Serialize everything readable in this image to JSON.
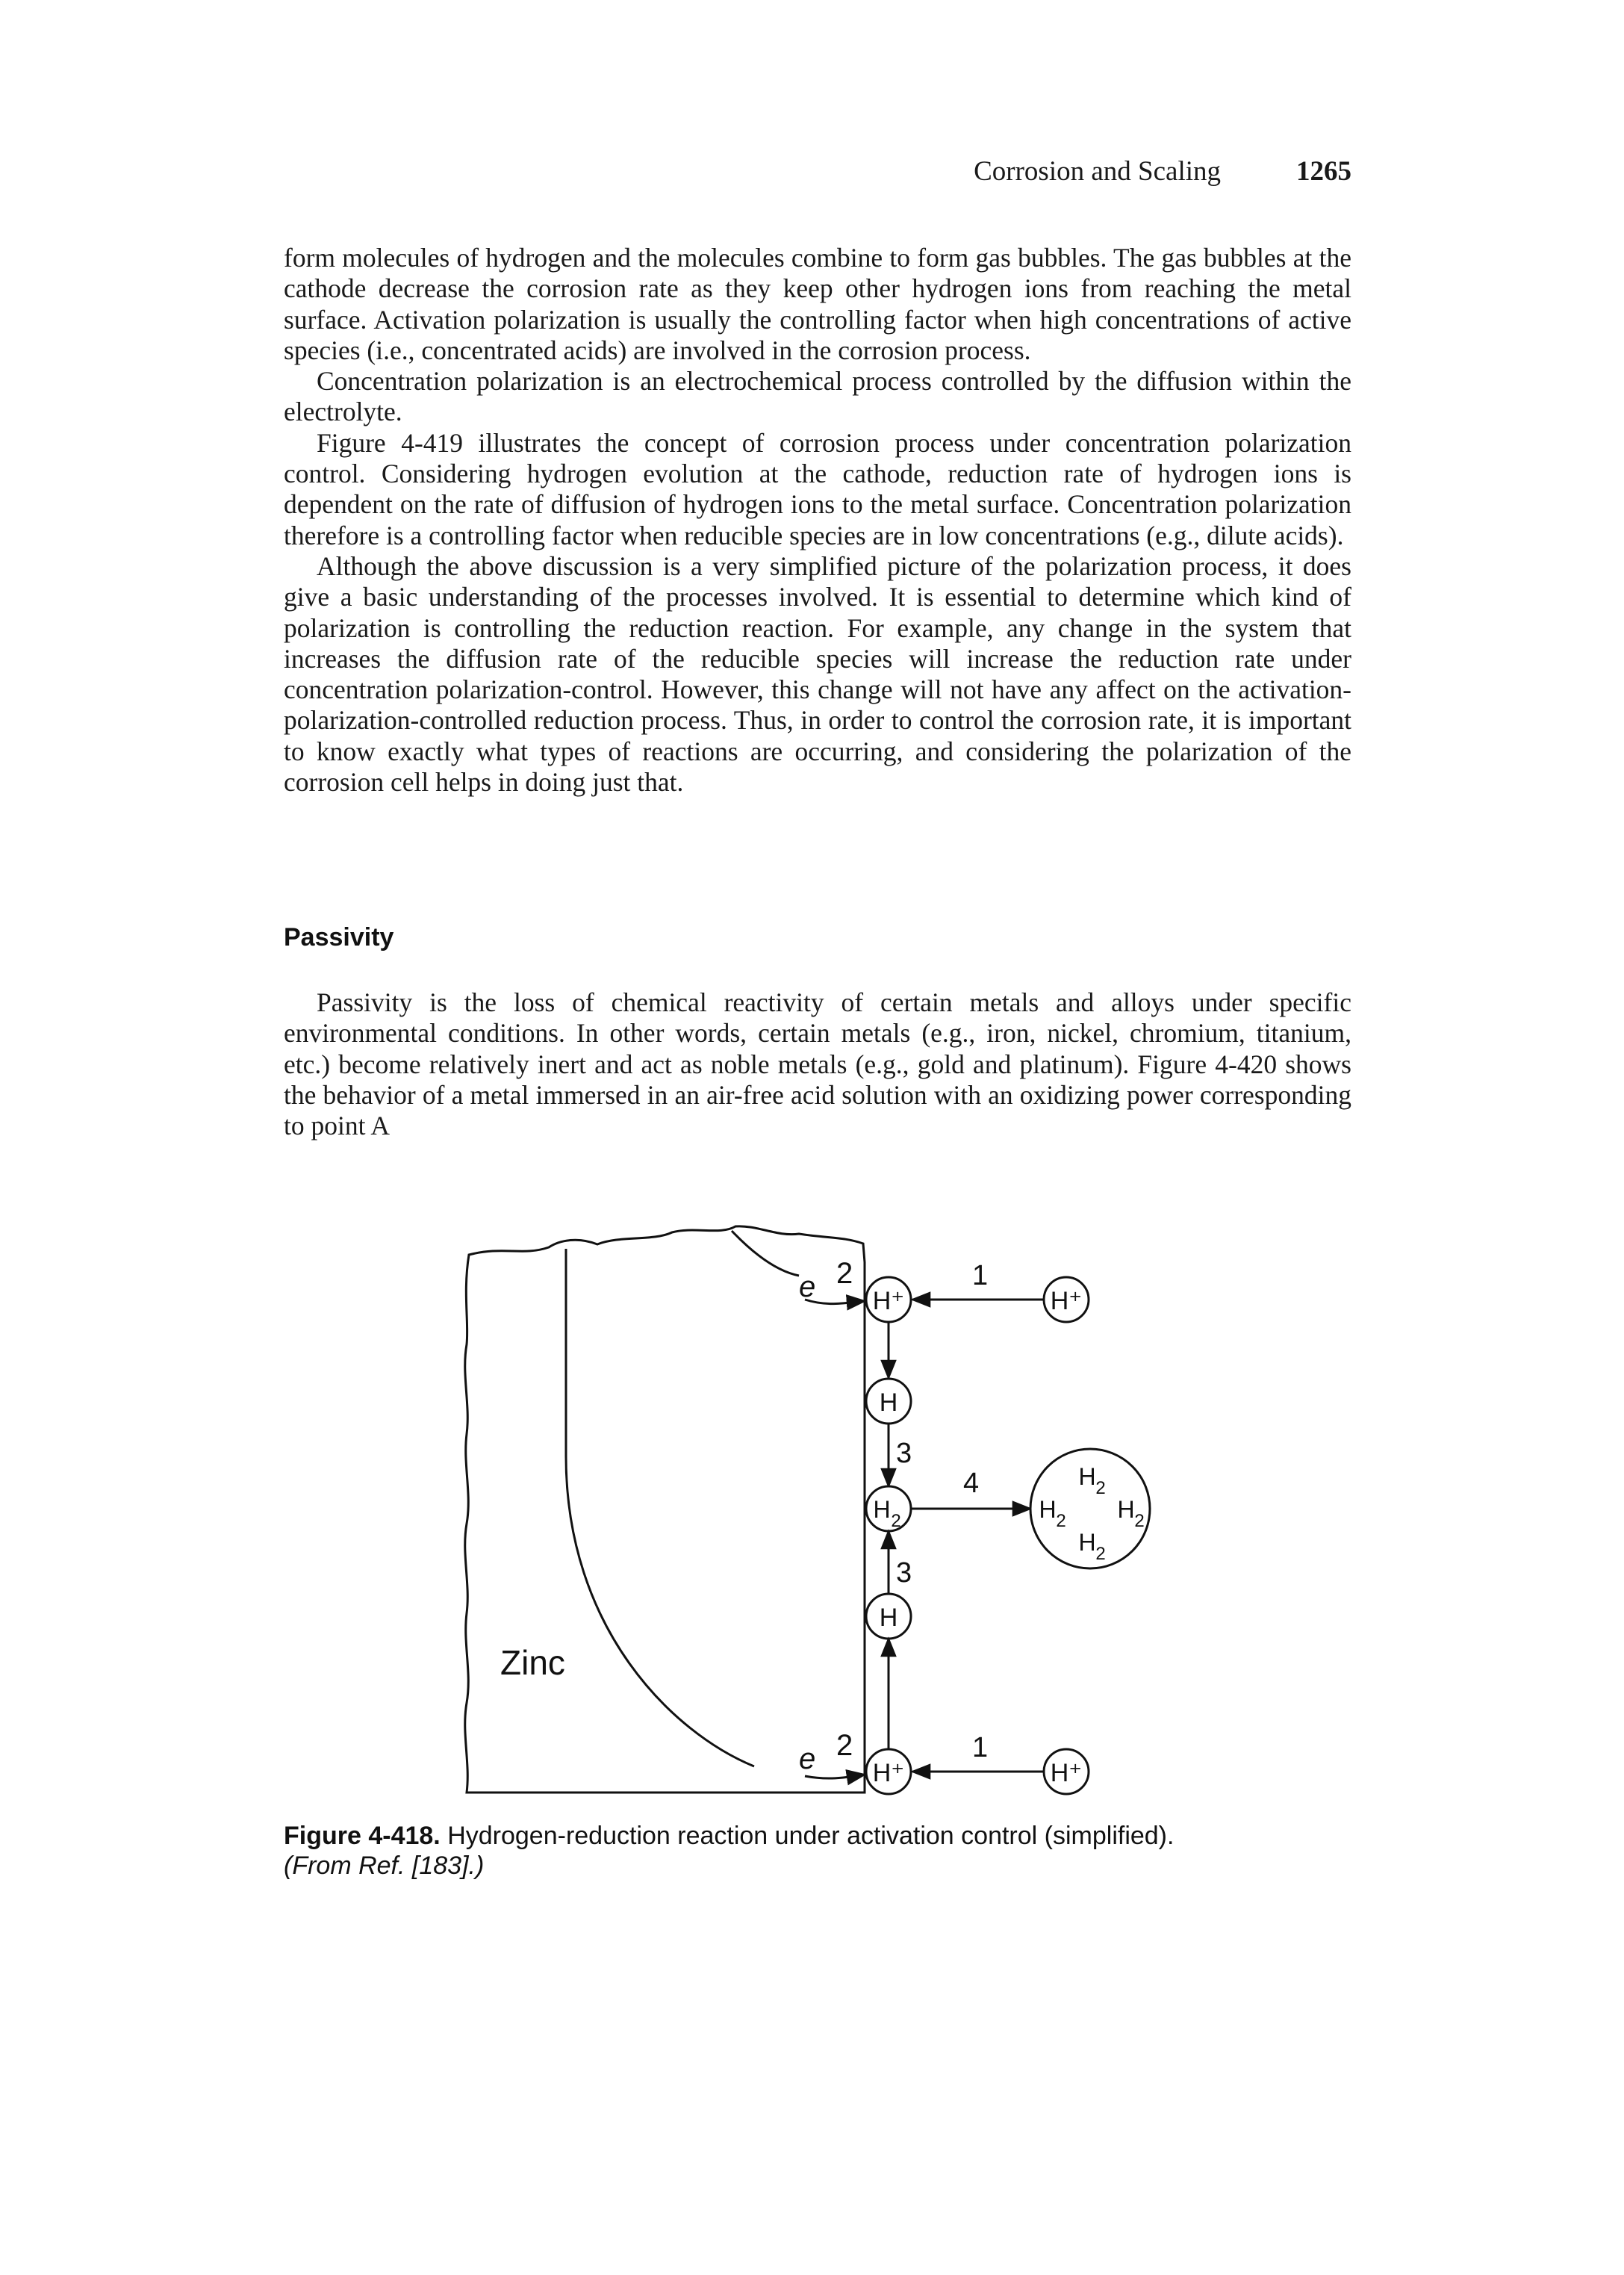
{
  "header": {
    "section": "Corrosion and Scaling",
    "page_number": "1265"
  },
  "paragraphs_top": [
    "form molecules of hydrogen and the molecules combine to form gas bubbles. The gas bubbles at the cathode decrease the corrosion rate as they keep other hydrogen ions from reaching the metal surface. Activation polarization is usually the controlling factor when high concentrations of active species (i.e., concentrated acids) are involved in the corrosion process.",
    "Concentration polarization is an electrochemical process controlled by the diffusion within the electrolyte.",
    "Figure 4-419 illustrates the concept of corrosion process under concentration polarization control. Considering hydrogen evolution at the cathode, reduction rate of hydrogen ions is dependent on the rate of diffusion of hydrogen ions to the metal surface. Concentration polarization therefore is a controlling factor when reducible species are in low concentrations (e.g., dilute acids).",
    "Although the above discussion is a very simplified picture of the polarization process, it does give a basic understanding of the processes involved. It is essential to determine which kind of polarization is controlling the reduction reaction. For example, any change in the system that increases the diffusion rate of the reducible species will increase the reduction rate under concentration polarization-control. However, this change will not have any affect on the activation-polarization-controlled reduction process. Thus, in order to control the corrosion rate, it is important to know exactly what types of reactions are occurring, and considering the polarization of the corrosion cell helps in doing just that."
  ],
  "section_heading": "Passivity",
  "paragraphs_bottom": [
    "Passivity is the loss of chemical reactivity of certain metals and alloys under specific environmental conditions. In other words, certain metals (e.g., iron, nickel, chromium, titanium, etc.) become relatively inert and act as noble metals (e.g., gold and platinum). Figure 4-420 shows the behavior of a metal immersed in an air-free acid solution with an oxidizing power corresponding to point A"
  ],
  "figure": {
    "metal_label": "Zinc",
    "electron_label": "e",
    "step_labels": {
      "one": "1",
      "two": "2",
      "three": "3",
      "four": "4"
    },
    "hydrogen_ion": "H⁺",
    "hydrogen_atom": "H",
    "hydrogen_molecule_base": "H",
    "hydrogen_molecule_sub": "2"
  },
  "caption": {
    "label": "Figure 4-418.",
    "text": "Hydrogen-reduction reaction under activation control (simplified).",
    "source": "(From Ref. [183].)"
  }
}
